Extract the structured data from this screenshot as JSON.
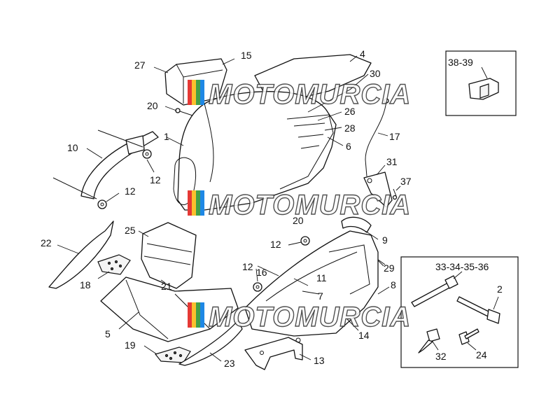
{
  "watermark": {
    "text": "MOTOMURCIA",
    "colors": [
      "#e53935",
      "#fbc02d",
      "#43a047",
      "#1e88e5"
    ]
  },
  "callouts": {
    "c1": "1",
    "c2": "2",
    "c4": "4",
    "c5": "5",
    "c6": "6",
    "c7": "7",
    "c8": "8",
    "c9": "9",
    "c10": "10",
    "c11": "11",
    "c12a": "12",
    "c12b": "12",
    "c12c": "12",
    "c12d": "12",
    "c13": "13",
    "c14": "14",
    "c15": "15",
    "c16": "16",
    "c17": "17",
    "c18": "18",
    "c19": "19",
    "c20a": "20",
    "c20b": "20",
    "c21": "21",
    "c22": "22",
    "c23": "23",
    "c24": "24",
    "c25": "25",
    "c26": "26",
    "c27": "27",
    "c28": "28",
    "c29": "29",
    "c30": "30",
    "c31": "31",
    "c32": "32",
    "c33_36": "33-34-35-36",
    "c37": "37",
    "c38_39": "38-39"
  }
}
